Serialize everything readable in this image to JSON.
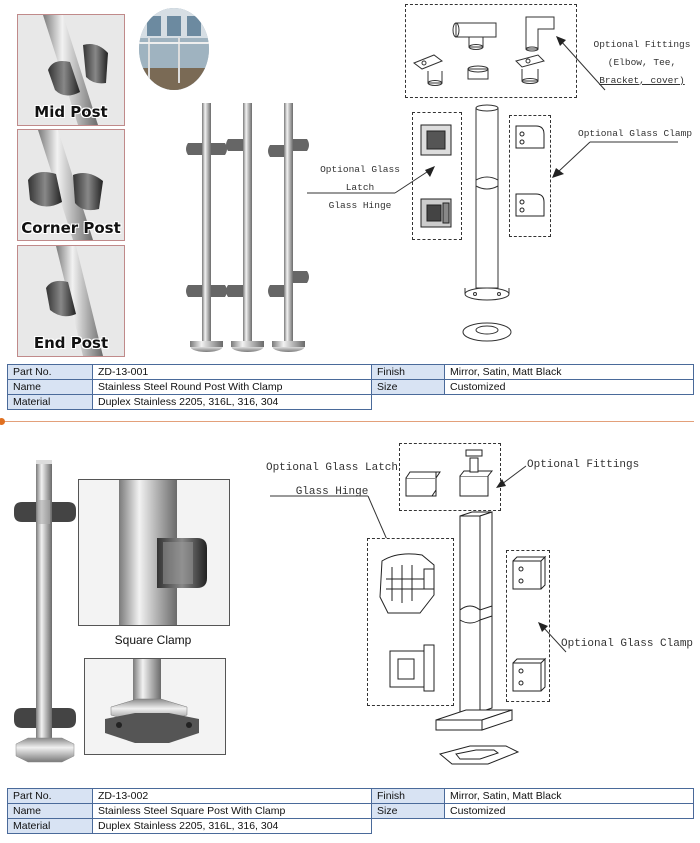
{
  "section1": {
    "thumbnails": [
      {
        "label": "Mid Post"
      },
      {
        "label": "Corner Post"
      },
      {
        "label": "End Post"
      }
    ],
    "callouts": {
      "fittings_line1": "Optional Fittings",
      "fittings_line2": "(Elbow, Tee,",
      "fittings_line3": "Bracket, cover)",
      "glass_clamp": "Optional Glass Clamp",
      "latch_line1": "Optional Glass Latch",
      "latch_line2": "Glass Hinge"
    },
    "spec": {
      "part_no_label": "Part No.",
      "part_no": "ZD-13-001",
      "finish_label": "Finish",
      "finish": "Mirror, Satin, Matt Black",
      "name_label": "Name",
      "name": "Stainless Steel Round Post With Clamp",
      "size_label": "Size",
      "size": "Customized",
      "material_label": "Material",
      "material": "Duplex Stainless 2205, 316L, 316, 304"
    }
  },
  "section2": {
    "square_clamp_label": "Square Clamp",
    "callouts": {
      "latch_line1": "Optional Glass Latch",
      "latch_line2": "Glass Hinge",
      "fittings": "Optional Fittings",
      "glass_clamp": "Optional Glass Clamp"
    },
    "spec": {
      "part_no_label": "Part No.",
      "part_no": "ZD-13-002",
      "finish_label": "Finish",
      "finish": "Mirror, Satin, Matt Black",
      "name_label": "Name",
      "name": "Stainless Steel Square Post With Clamp",
      "size_label": "Size",
      "size": "Customized",
      "material_label": "Material",
      "material": "Duplex Stainless 2205, 316L, 316, 304"
    }
  },
  "colors": {
    "accent": "#e07020",
    "table_border": "#4a6a9a",
    "table_label_bg": "#d8e3f3"
  }
}
